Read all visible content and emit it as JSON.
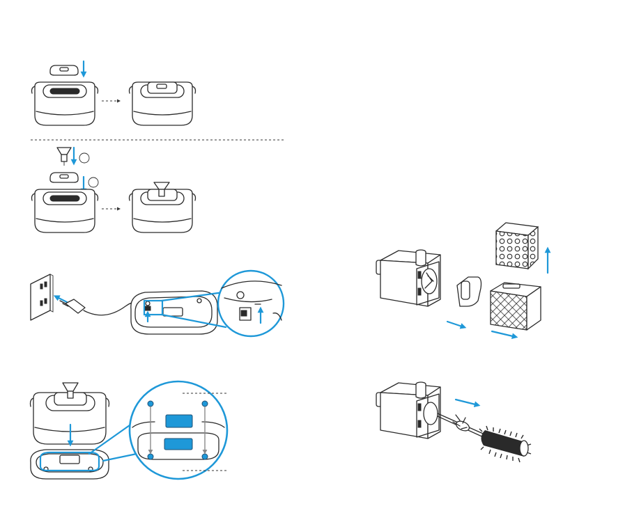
{
  "image_type": "product manual illustration page (pet water fountain assembly & pump cleaning steps)",
  "steps": [
    "lid-cap-installation",
    "cap-and-knob-installation",
    "power-connection",
    "base-placement",
    "pump-filter-removal",
    "pump-brush-cleaning"
  ],
  "step_markers": [
    "",
    ""
  ],
  "colors": {
    "accent": "#1e98d8",
    "line": "#2a2a2a",
    "guide_gray": "#8a8a8a",
    "background": "#ffffff"
  }
}
